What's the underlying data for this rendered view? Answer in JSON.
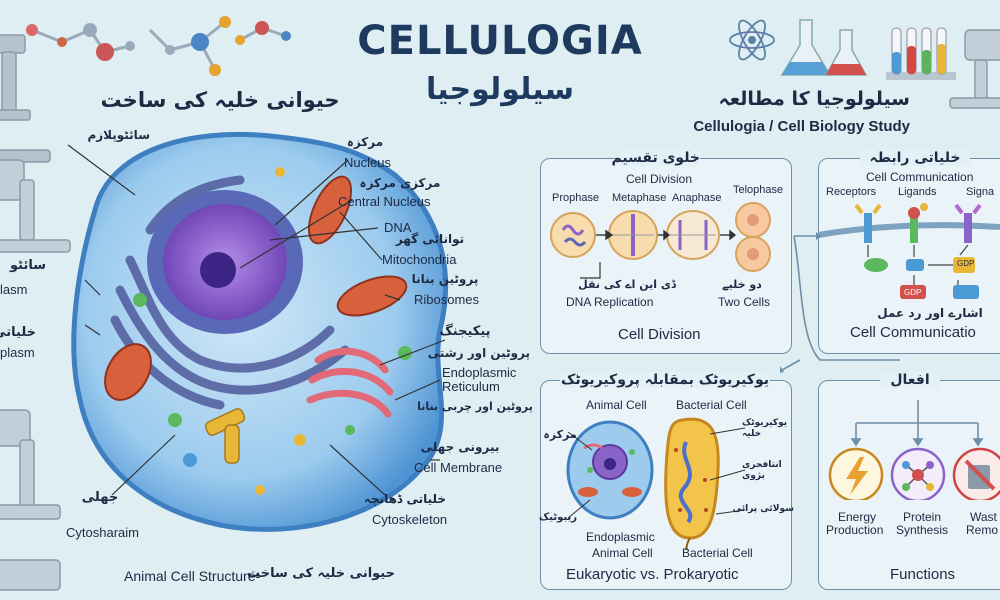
{
  "header": {
    "title": "CELLULOGIA",
    "title_urdu": "سیلولوجیا",
    "subtitle_urdu": "سیلولوجیا کا مطالعہ",
    "subtitle_en": "Cellulogia / Cell Biology Study"
  },
  "left": {
    "heading_urdu": "حیوانی خلیہ کی ساخت",
    "footer_en": "Animal Cell Structure-",
    "footer_urdu": "حیوانی خلیہ کی ساخت",
    "labels": {
      "cytoplasm_urdu": "سائٹوپلازم",
      "side_urdu_1": "سائٹو",
      "side_en_1": "lasm",
      "side_urdu_2": "خلیاتی",
      "side_en_2": "plasm",
      "nucleus_urdu": "مرکزہ",
      "nucleus_en": "Nucleus",
      "central_nucleus_urdu": "مرکزی مرکزہ",
      "central_nucleus_en": "Central Nucleus",
      "dna_en": "DNA",
      "mito_urdu": "توانائی گھر",
      "mito_en": "Mitochondria",
      "ribo_urdu": "پروٹین بنانا",
      "ribo_en": "Ribosomes",
      "golgi_urdu": "پیکیجنگ",
      "er_urdu_1": "پروٹین اور رشتی",
      "er_en": "Endoplasmic Reticulum",
      "er_urdu_2": "پروٹین اور چربی بنانا",
      "membrane_urdu": "بیرونی جھلی",
      "membrane_en": "Cell Membrane",
      "cytosk_urdu": "خلیاتی ڈھانچہ",
      "cytosk_en": "Cytoskeleton",
      "jhilli_urdu": "جھلی",
      "cytosharaim_en": "Cytosharaim"
    }
  },
  "division": {
    "title_urdu": "خلوی تقسیم",
    "title_en": "Cell Division",
    "phases": [
      "Prophase",
      "Metaphase",
      "Anaphase",
      "Telophase"
    ],
    "dna_rep_urdu": "ڈی این اے کی نقل",
    "dna_rep_en": "DNA Replication",
    "two_cells_urdu": "دو خلیے",
    "two_cells_en": "Two Cells",
    "footer": "Cell Division"
  },
  "communication": {
    "title_urdu": "خلیاتی رابطہ",
    "title_en": "Cell Communication",
    "receptors": "Receptors",
    "ligands": "Ligands",
    "signals": "Signa",
    "gdp1": "GDP",
    "gdp2": "GDP",
    "signals_urdu": "اشارے اور رد عمل",
    "footer": "Cell Communicatio"
  },
  "comparison": {
    "title_urdu": "یوکیریوٹک بمقابلہ پروکیریوٹک",
    "animal_cell": "Animal Cell",
    "bacterial_cell": "Bacterial Cell",
    "nucleus_urdu": "مرکزہ",
    "ribo_urdu": "ریبوٹیک",
    "euk_urdu": "یوکیریوٹک خلیہ",
    "dna_urdu": "انتافحری بژوی",
    "pili_urdu": "سولائی پرائی",
    "er_label": "Endoplasmic",
    "animal_cell_2": "Animal Cell",
    "bacterial_cell_2": "Bacterial Cell",
    "footer": "Eukaryotic vs. Prokaryotic"
  },
  "functions": {
    "title_urdu": "افعال",
    "items": [
      {
        "line1": "Energy",
        "line2": "Production"
      },
      {
        "line1": "Protein",
        "line2": "Synthesis"
      },
      {
        "line1": "Wast",
        "line2": "Remo"
      }
    ],
    "footer": "Functions"
  },
  "colors": {
    "background": "#dfeef3",
    "title": "#1f3a5f",
    "cell_body": "#6fb2e6",
    "nucleus": "#8a63c9",
    "mitochondria": "#d9603c",
    "golgi": "#e26a78"
  }
}
